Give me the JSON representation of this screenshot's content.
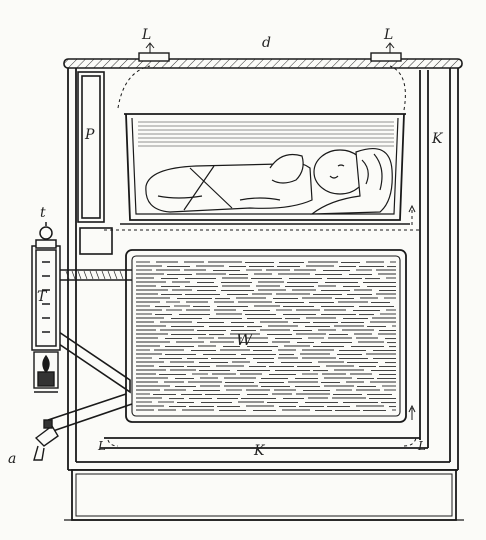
{
  "figure": {
    "labels": {
      "L_left": "L",
      "L_right": "L",
      "d": "d",
      "P": "P",
      "K_right": "K",
      "K_bottom": "K",
      "t": "t",
      "T": "T",
      "W": "W",
      "a": "a",
      "L_bottom_left": "L",
      "L_bottom_right": "L"
    },
    "colors": {
      "ink": "#1a1a1a",
      "paper": "#fbfbf8",
      "water_line": "#2a2a2a"
    },
    "parts": [
      "lid",
      "baby-chamber",
      "water-tank",
      "hot-air-flue",
      "thermometer",
      "lamp",
      "drain-tap",
      "base-drawer"
    ]
  }
}
